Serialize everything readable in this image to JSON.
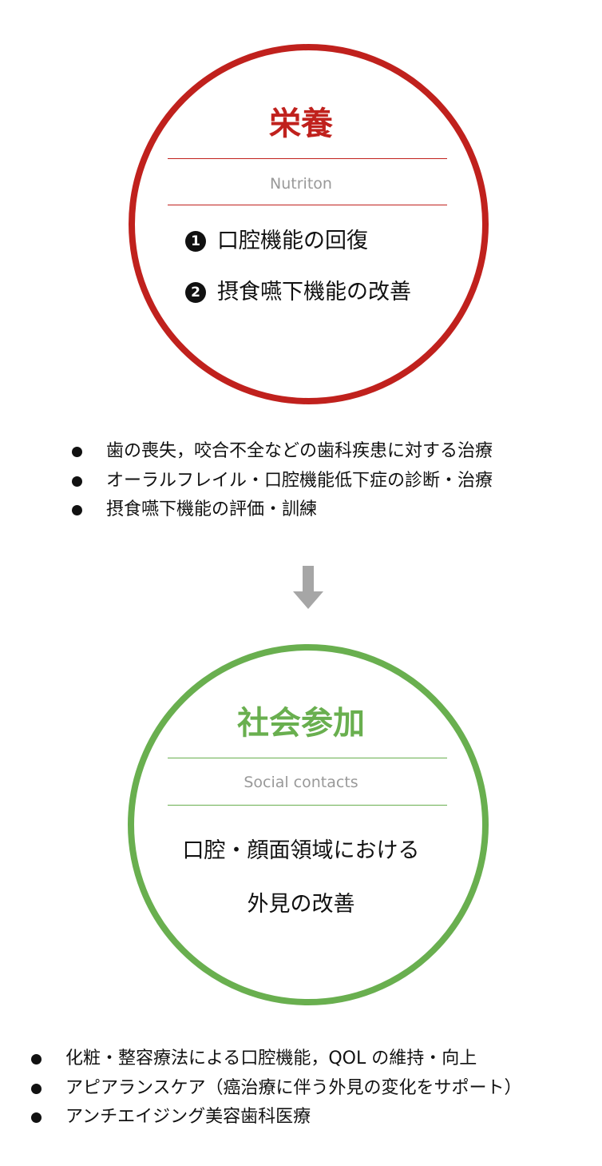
{
  "colors": {
    "nutrition": "#c0211d",
    "social": "#69af4f",
    "arrow": "#a6a6a6"
  },
  "nutrition": {
    "title": "栄養",
    "subtitle": "Nutriton",
    "items": [
      {
        "num": "1",
        "label": "口腔機能の回復"
      },
      {
        "num": "2",
        "label": "摂食嚥下機能の改善"
      }
    ],
    "bullets": [
      "歯の喪失，咬合不全などの歯科疾患に対する治療",
      "オーラルフレイル・口腔機能低下症の診断・治療",
      "摂食嚥下機能の評価・訓練"
    ]
  },
  "arrow_icon": "arrow-down-icon",
  "social": {
    "title": "社会参加",
    "subtitle": "Social contacts",
    "lines": [
      "口腔・顔面領域における",
      "外見の改善"
    ],
    "bullets": [
      "化粧・整容療法による口腔機能，QOL の維持・向上",
      "アピアランスケア（癌治療に伴う外見の変化をサポート）",
      "アンチエイジング美容歯科医療"
    ]
  }
}
